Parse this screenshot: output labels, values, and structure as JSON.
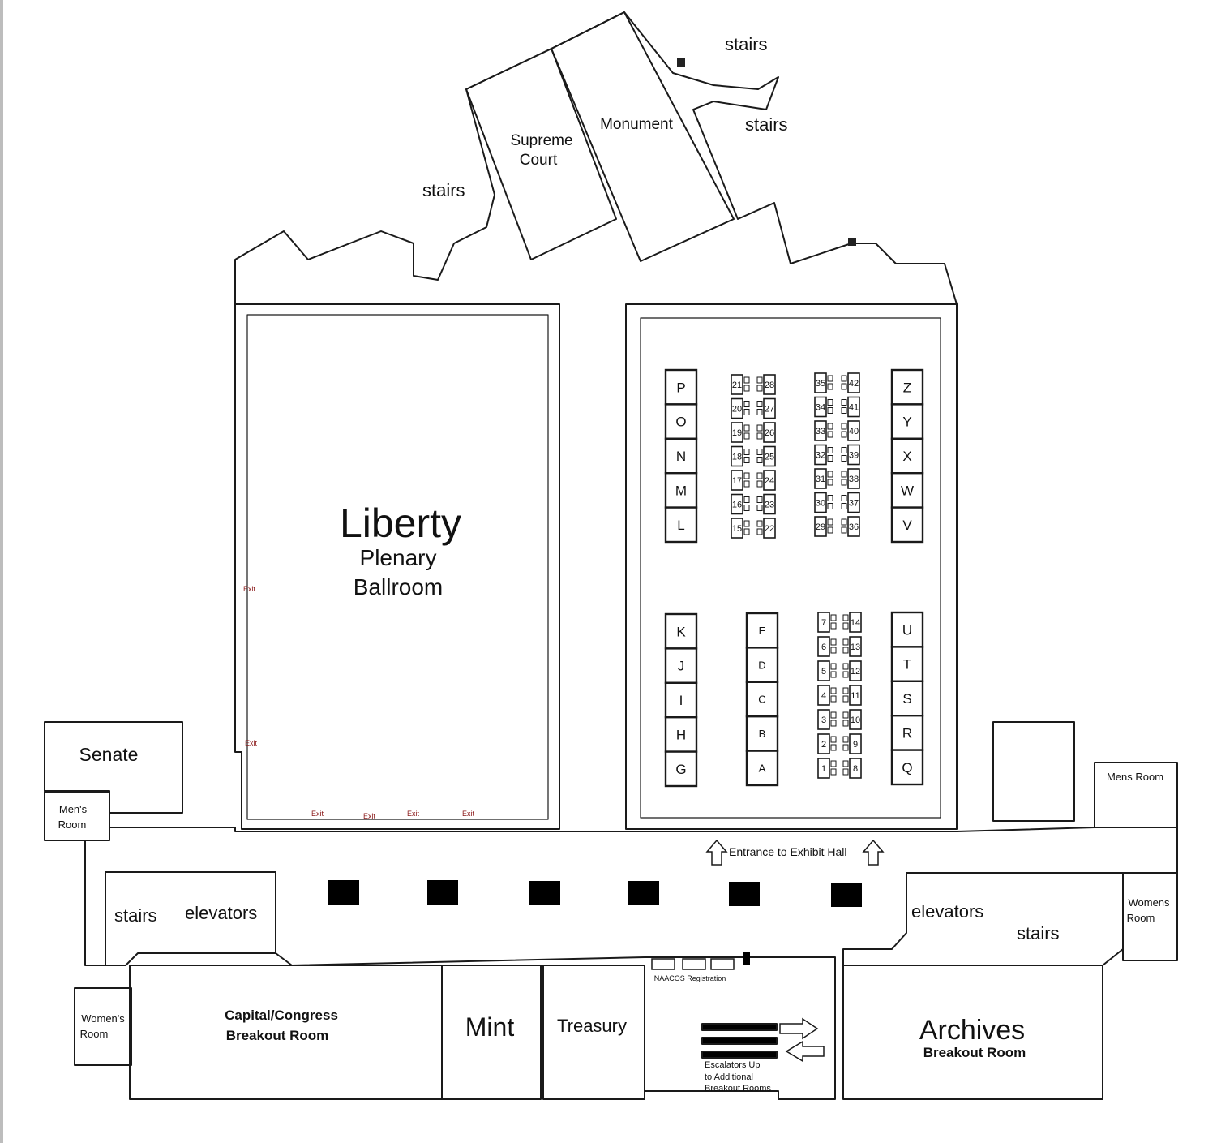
{
  "labels": {
    "liberty_title": "Liberty",
    "liberty_sub1": "Plenary",
    "liberty_sub2": "Ballroom",
    "supreme_court_1": "Supreme",
    "supreme_court_2": "Court",
    "monument": "Monument",
    "stairs": "stairs",
    "elevators": "elevators",
    "senate": "Senate",
    "mens_room_left_1": "Men's",
    "mens_room_left_2": "Room",
    "womens_room_left_1": "Women's",
    "womens_room_left_2": "Room",
    "mens_room_right": "Mens Room",
    "womens_room_right_1": "Womens",
    "womens_room_right_2": "Room",
    "capital_congress_1": "Capital/Congress",
    "capital_congress_2": "Breakout Room",
    "mint": "Mint",
    "treasury": "Treasury",
    "archives_1": "Archives",
    "archives_2": "Breakout Room",
    "naacos_registration": "NAACOS Registration",
    "escalators_1": "Escalators Up",
    "escalators_2": "to Additional",
    "escalators_3": "Breakout Rooms",
    "entrance": "Entrance to Exhibit Hall",
    "exit": "Exit"
  },
  "exhibit_hall": {
    "col_left_top": [
      "P",
      "O",
      "N",
      "M",
      "L"
    ],
    "col_left_bottom": [
      "K",
      "J",
      "I",
      "H",
      "G"
    ],
    "col_mid_bottom": [
      "E",
      "D",
      "C",
      "B",
      "A"
    ],
    "col_right_top": [
      "Z",
      "Y",
      "X",
      "W",
      "V"
    ],
    "col_right_bottom": [
      "U",
      "T",
      "S",
      "R",
      "Q"
    ],
    "table_group_1_left": [
      "21",
      "20",
      "19",
      "18",
      "17",
      "16",
      "15"
    ],
    "table_group_1_right": [
      "28",
      "27",
      "26",
      "25",
      "24",
      "23",
      "22"
    ],
    "table_group_2_left": [
      "35",
      "34",
      "33",
      "32",
      "31",
      "30",
      "29"
    ],
    "table_group_2_right": [
      "42",
      "41",
      "40",
      "39",
      "38",
      "37",
      "36"
    ],
    "table_group_3_left": [
      "7",
      "6",
      "5",
      "4",
      "3",
      "2",
      "1"
    ],
    "table_group_3_right": [
      "14",
      "13",
      "12",
      "11",
      "10",
      "9",
      "8"
    ]
  },
  "colors": {
    "wall": "#1a1a1a",
    "exit_text": "#8b1a1a",
    "pillar": "#000000"
  }
}
